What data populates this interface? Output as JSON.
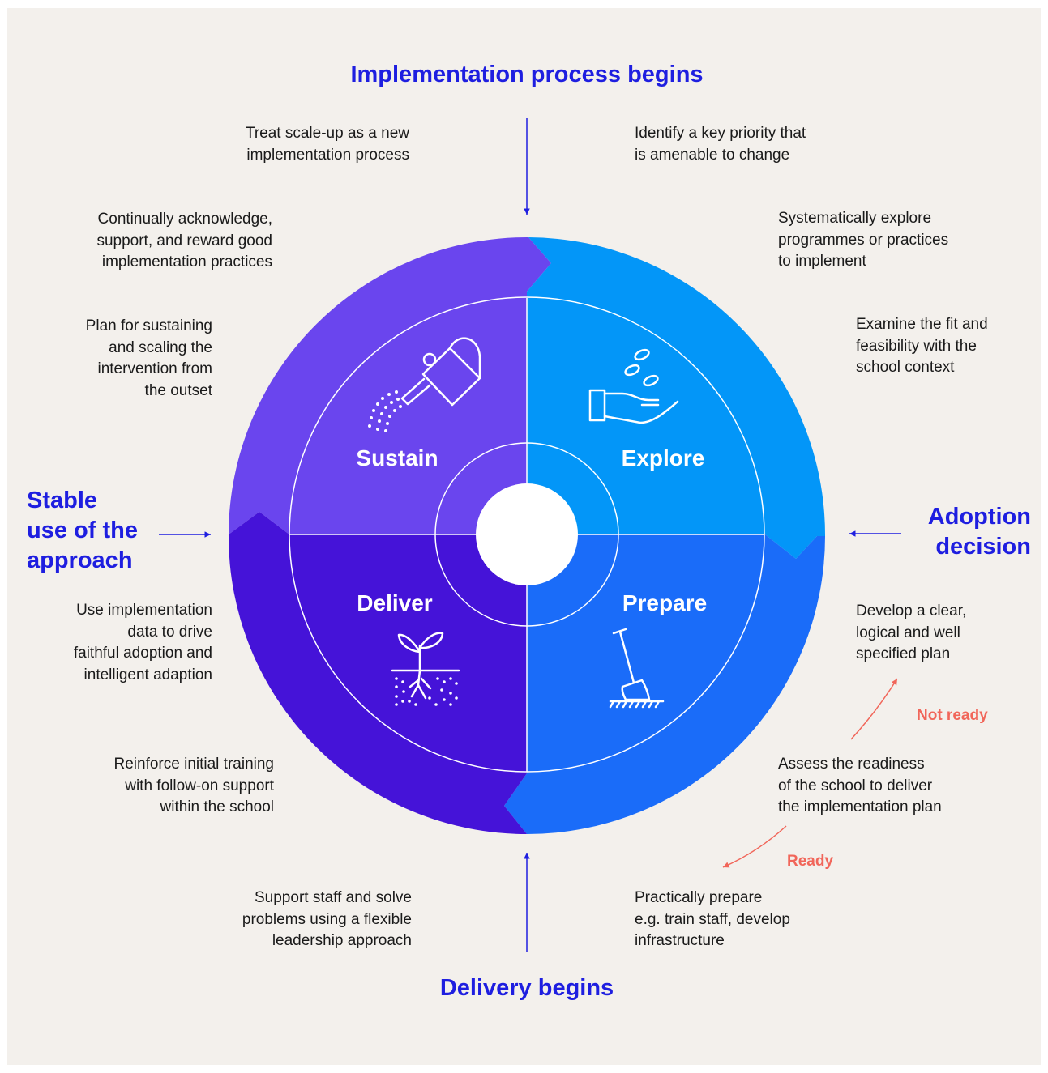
{
  "colors": {
    "background": "#f3f0ec",
    "sustain": "#6a45ee",
    "explore": "#0396f8",
    "prepare": "#1a6cf9",
    "deliver": "#4513d8",
    "heading": "#1e1ee0",
    "status": "#f1665a"
  },
  "headings": {
    "top": "Implementation process begins",
    "bottom": "Delivery begins",
    "left": "Stable\nuse of the\napproach",
    "right": "Adoption\ndecision"
  },
  "phases": {
    "sustain": {
      "label": "Sustain",
      "icon": "watering-can-icon"
    },
    "explore": {
      "label": "Explore",
      "icon": "hand-with-seeds-icon"
    },
    "prepare": {
      "label": "Prepare",
      "icon": "shovel-icon"
    },
    "deliver": {
      "label": "Deliver",
      "icon": "sprout-icon"
    }
  },
  "steps": {
    "sustain": [
      "Treat scale-up as a new\nimplementation process",
      "Continually acknowledge,\nsupport, and reward good\nimplementation practices",
      "Plan for sustaining\nand scaling the\nintervention from\nthe outset"
    ],
    "explore": [
      "Identify a key priority that\nis amenable to change",
      "Systematically explore\nprogrammes or practices\nto implement",
      "Examine the fit and\nfeasibility with the\nschool context"
    ],
    "prepare": [
      "Develop a clear,\nlogical and well\nspecified plan",
      "Assess the readiness\nof the school to deliver\nthe implementation plan",
      "Practically prepare\ne.g. train staff, develop\ninfrastructure"
    ],
    "deliver": [
      "Use implementation\ndata to drive\nfaithful adoption and\nintelligent adaption",
      "Reinforce initial training\nwith follow-on support\nwithin the school",
      "Support staff and solve\nproblems using a flexible\nleadership approach"
    ]
  },
  "readiness": {
    "not_ready": "Not ready",
    "ready": "Ready"
  }
}
